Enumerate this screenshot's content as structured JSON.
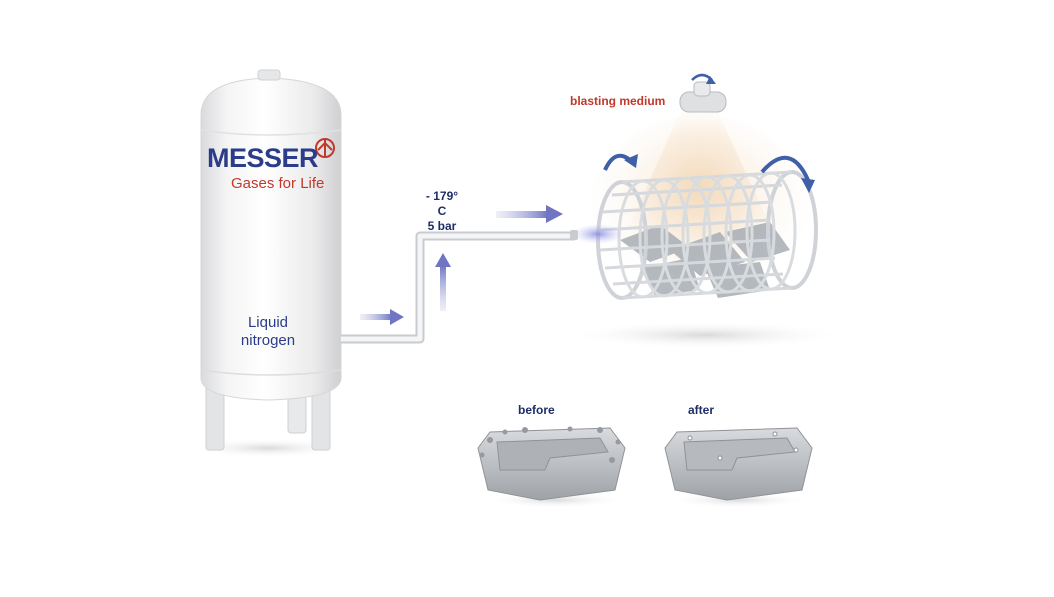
{
  "tank": {
    "brand": "MESSER",
    "tagline": "Gases for Life",
    "label_line1": "Liquid",
    "label_line2": "nitrogen"
  },
  "conditions": {
    "temperature": "- 179° C",
    "pressure": "5 bar"
  },
  "blasting_medium_label": "blasting medium",
  "comparison": {
    "before_label": "before",
    "after_label": "after"
  },
  "colors": {
    "brand_blue": "#2b3d8a",
    "brand_red": "#c0392b",
    "flow_arrow": "#7f84c9",
    "rotation_arrow": "#3f5fa8"
  }
}
